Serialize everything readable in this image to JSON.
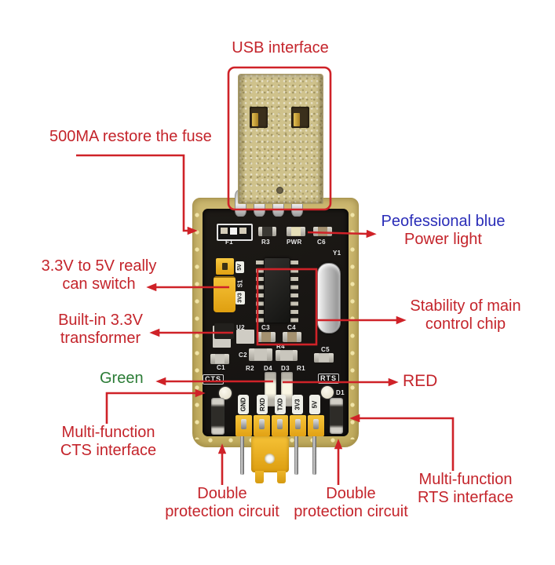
{
  "colors": {
    "annotation_red": "#c4242b",
    "annotation_blue": "#2a2db8",
    "annotation_green": "#2b7c36",
    "pcb_gold": "#c9b468",
    "pcb_black": "#17140f",
    "jumper_yellow": "#f0b81f"
  },
  "annotations": {
    "usb": {
      "text": "USB interface"
    },
    "fuse": {
      "text": "500MA restore the fuse"
    },
    "power": {
      "line1": "Peofessional blue",
      "line2": "Power light"
    },
    "switch": {
      "line1": "3.3V to 5V really",
      "line2": "can switch"
    },
    "transformer": {
      "line1": "Built-in 3.3V",
      "line2": "transformer"
    },
    "stability": {
      "line1": "Stability of main",
      "line2": "control chip"
    },
    "green": {
      "text": "Green"
    },
    "red": {
      "text": "RED"
    },
    "cts": {
      "line1": "Multi-function",
      "line2": "CTS interface"
    },
    "double_left": {
      "line1": "Double",
      "line2": "protection circuit"
    },
    "double_right": {
      "line1": "Double",
      "line2": "protection circuit"
    },
    "rts": {
      "line1": "Multi-function",
      "line2": "RTS interface"
    }
  },
  "board": {
    "silkscreen": {
      "f1": "F1",
      "r3": "R3",
      "pwr": "PWR",
      "c6": "C6",
      "y1": "Y1",
      "jumper_5v": "5V",
      "s1": "S1",
      "jumper_3v3": "3V3",
      "u2": "U2",
      "c1": "C1",
      "c2": "C2",
      "c3": "C3",
      "c4": "C4",
      "r4": "R4",
      "c5": "C5",
      "r2": "R2",
      "d4": "D4",
      "d3": "D3",
      "r1": "R1",
      "cts": "CTS",
      "rts": "RTS",
      "d1": "D1"
    },
    "pins": [
      "GND",
      "RXD",
      "TXD",
      "3V3",
      "5V"
    ]
  }
}
